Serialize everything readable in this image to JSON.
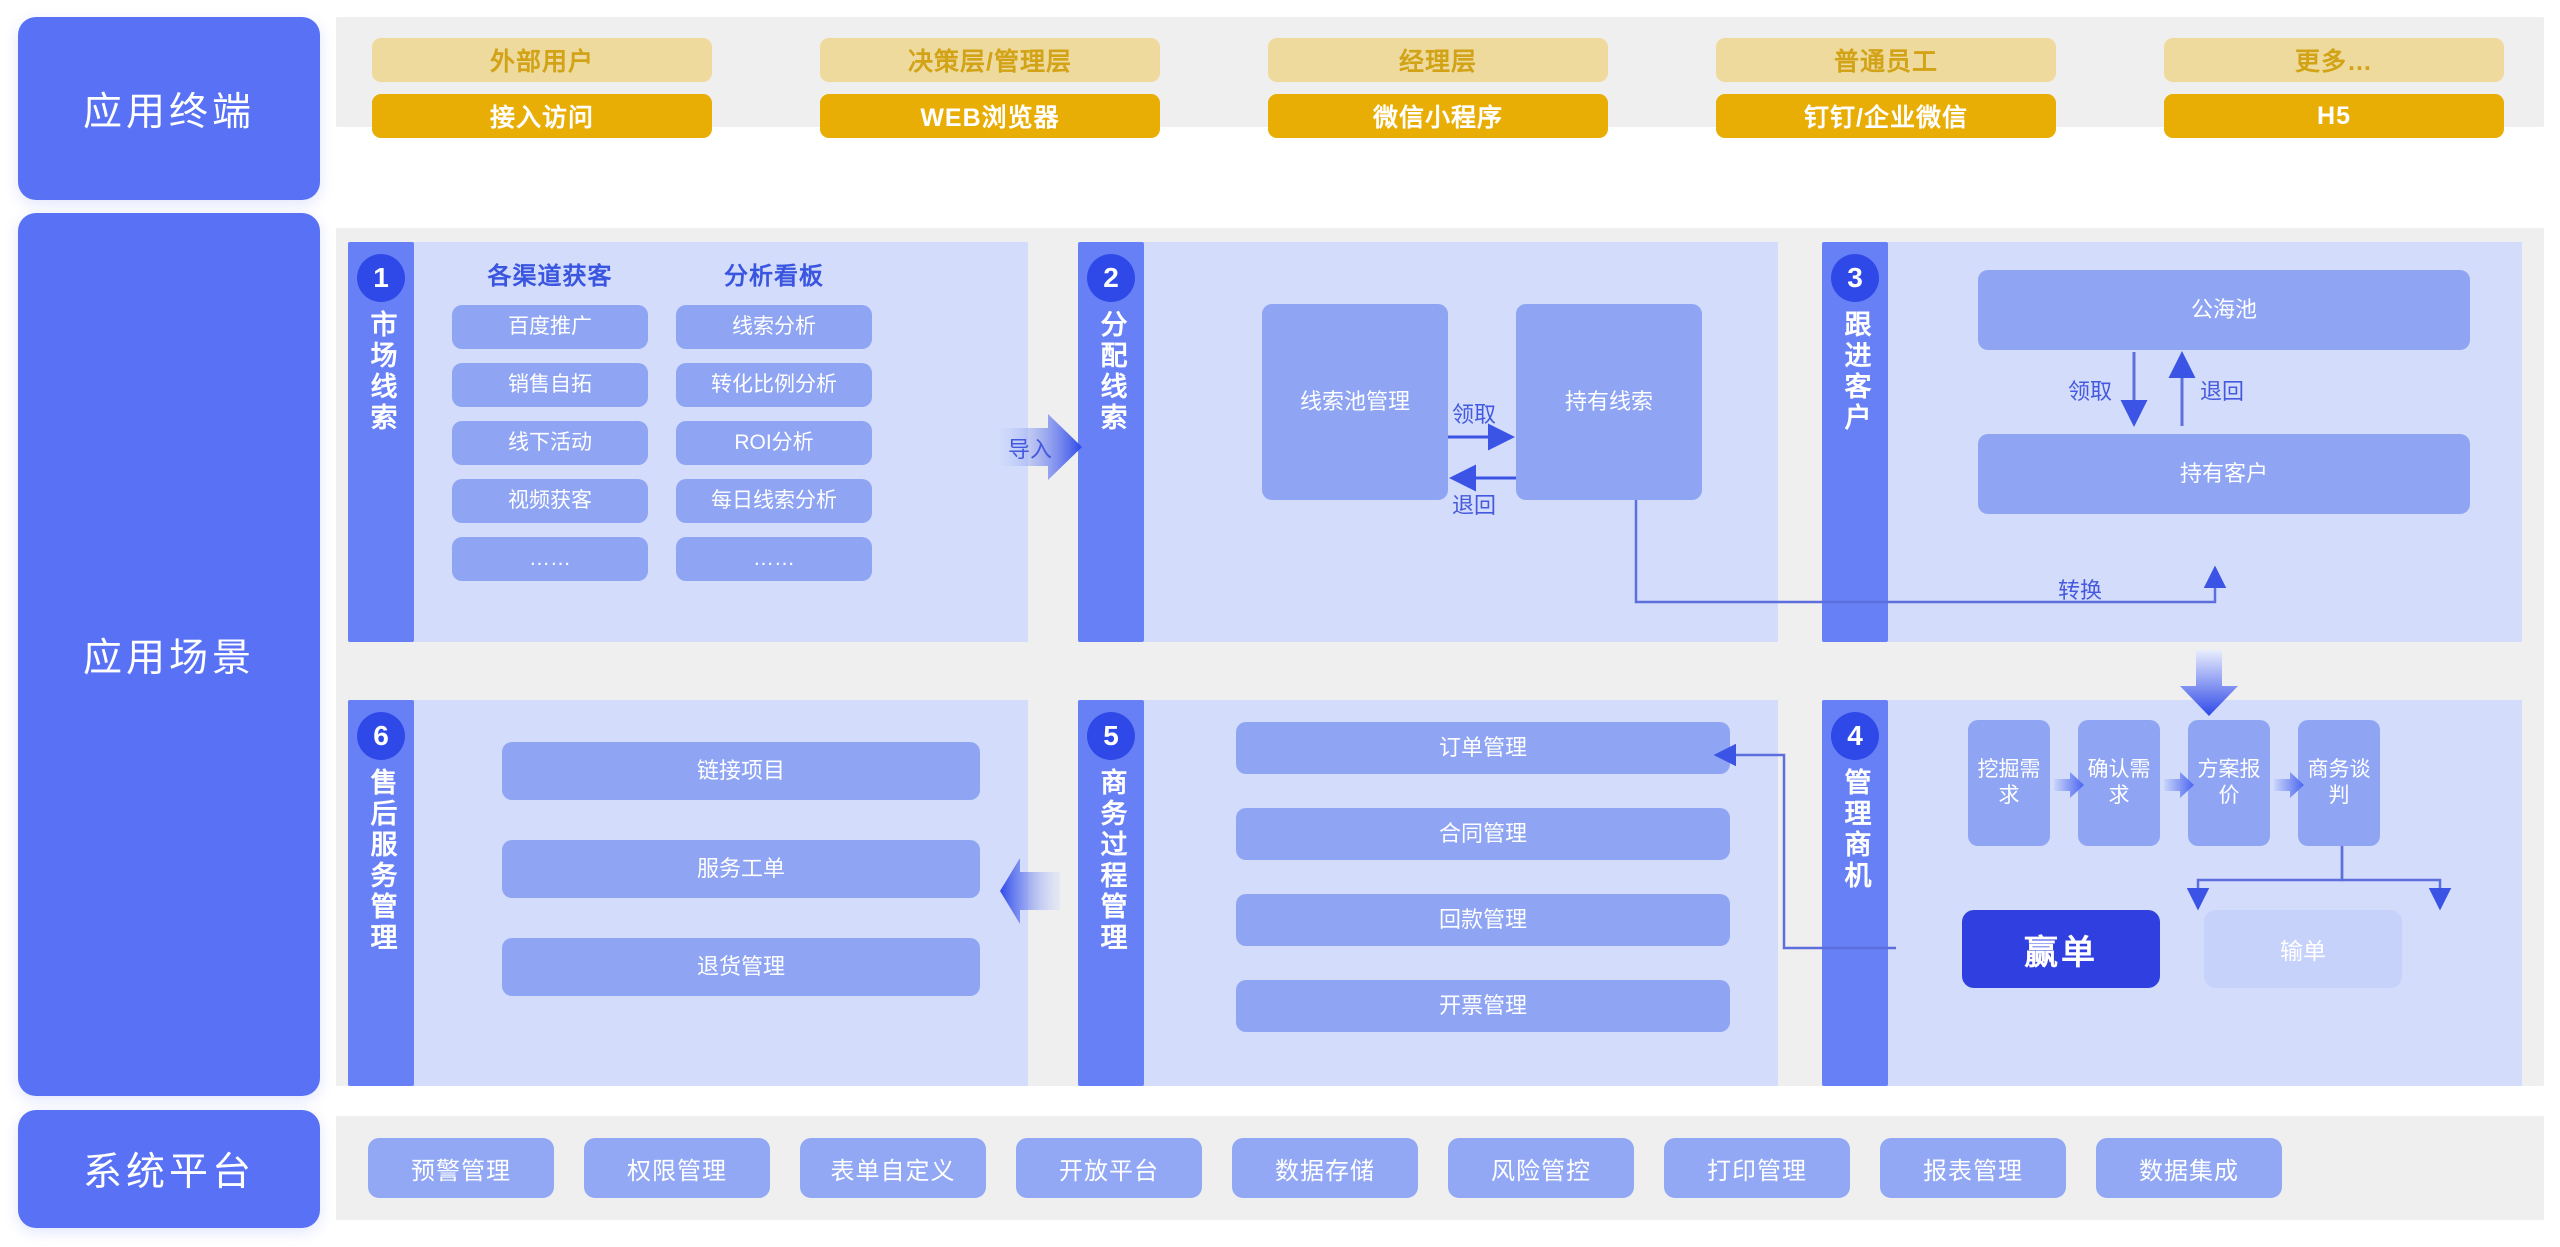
{
  "rails": {
    "terminal": "应用终端",
    "scene": "应用场景",
    "platform": "系统平台"
  },
  "terminal_row": {
    "columns": [
      {
        "role": "外部用户",
        "channel": "接入访问"
      },
      {
        "role": "决策层/管理层",
        "channel": "WEB浏览器"
      },
      {
        "role": "经理层",
        "channel": "微信小程序"
      },
      {
        "role": "普通员工",
        "channel": "钉钉/企业微信"
      },
      {
        "role": "更多…",
        "channel": "H5"
      }
    ]
  },
  "sections": {
    "s1": {
      "number": "1",
      "title": "市场线索",
      "col1_head": "各渠道获客",
      "col1_items": [
        "百度推广",
        "销售自拓",
        "线下活动",
        "视频获客",
        "……"
      ],
      "col2_head": "分析看板",
      "col2_items": [
        "线索分析",
        "转化比例分析",
        "ROI分析",
        "每日线索分析",
        "……"
      ]
    },
    "s2": {
      "number": "2",
      "title": "分配线索",
      "pool": "线索池管理",
      "hold": "持有线索",
      "edge_claim": "领取",
      "edge_return": "退回",
      "edge_convert": "转换"
    },
    "s3": {
      "number": "3",
      "title": "跟进客户",
      "sea_pool": "公海池",
      "held_customer": "持有客户",
      "edge_claim": "领取",
      "edge_return": "退回"
    },
    "s4": {
      "number": "4",
      "title": "管理商机",
      "stages": [
        "挖掘需求",
        "确认需求",
        "方案报价",
        "商务谈判"
      ],
      "win": "赢单",
      "lose": "输单"
    },
    "s5": {
      "number": "5",
      "title": "商务过程管理",
      "items": [
        "订单管理",
        "合同管理",
        "回款管理",
        "开票管理"
      ]
    },
    "s6": {
      "number": "6",
      "title": "售后服务管理",
      "items": [
        "链接项目",
        "服务工单",
        "退货管理"
      ]
    }
  },
  "edges": {
    "import": "导入"
  },
  "platform_row": {
    "items": [
      "预警管理",
      "权限管理",
      "表单自定义",
      "开放平台",
      "数据存储",
      "风险管控",
      "打印管理",
      "报表管理",
      "数据集成"
    ]
  },
  "colors": {
    "rail_blue": "#5871F5",
    "tab_blue": "#6880F6",
    "badge_blue": "#2F49E8",
    "section_bg": "#D3DDFB",
    "pill_blue": "#8FA5F4",
    "panel_grey": "#EFEFEF",
    "gold_light": "#EEDA9D",
    "gold_light_text": "#D2A316",
    "gold_solid": "#E9AE06",
    "win_blue": "#2F3FE0",
    "lose_blue": "#C6D2FA",
    "platform_blue": "#93A8F5",
    "heading_blue": "#3A55E0"
  }
}
